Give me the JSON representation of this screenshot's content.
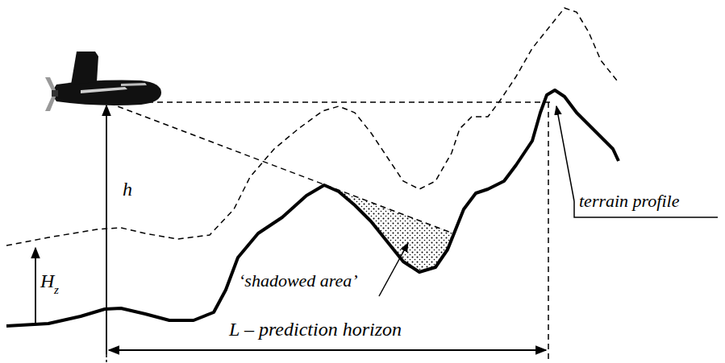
{
  "diagram": {
    "labels": [
      "h",
      "H",
      "z",
      "L – prediction horizon",
      "‘shadowed area’",
      "terrain profile"
    ]
  }
}
